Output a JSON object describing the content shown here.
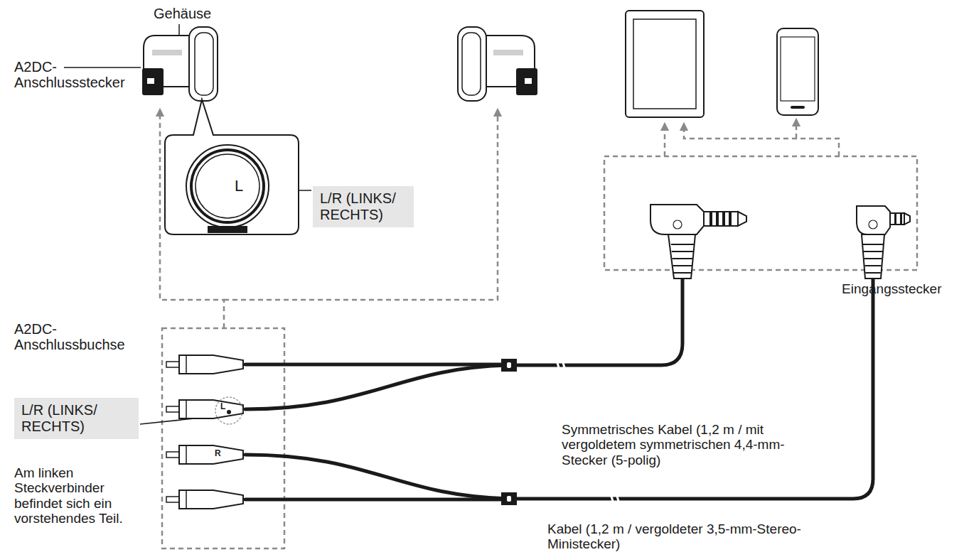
{
  "diagram": {
    "nodes": [
      {
        "text": [
          "L/R (LINKS/ RECHTS)"
        ]
      },
      {
        "text": [
          "L/R (LINKS/ RECHTS)"
        ]
      }
    ],
    "labels": [
      "Gehäuse",
      "A2DC-Anschlussstecker",
      "L",
      "A2DC-Anschlussbuchse",
      "L",
      "R",
      "Am linken Steckverbinder befindet sich ein vorstehendes Teil.",
      "Symmetrisches Kabel (1,2 m / mit vergoldetem symmetrischen 4,4-mm-Stecker (5-polig)",
      "Eingangsstecker",
      "Kabel (1,2 m / vergoldeter 3,5-mm-Stereo-Ministecker)"
    ]
  }
}
